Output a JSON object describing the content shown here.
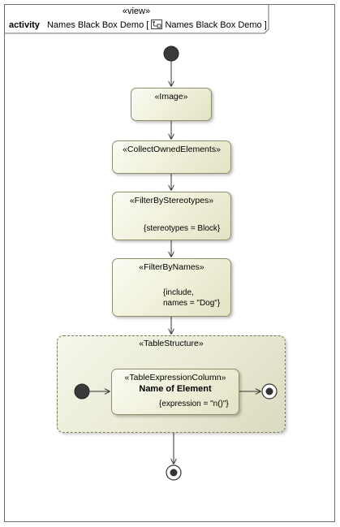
{
  "frame": {
    "stereotype": "«view»",
    "kind": "activity",
    "name": "Names Black Box Demo",
    "bracket_open": "[",
    "reference": "Names Black Box Demo",
    "bracket_close": "]",
    "reference_icon": "diagram-icon"
  },
  "nodes": {
    "image": {
      "title": "«Image»"
    },
    "collect": {
      "title": "«CollectOwnedElements»"
    },
    "filter_stereo": {
      "title": "«FilterByStereotypes»",
      "constraint": "{stereotypes = Block}"
    },
    "filter_names": {
      "title": "«FilterByNames»",
      "constraint_1": "{include,",
      "constraint_2": "names = \"Dog\"}"
    },
    "table_structure": {
      "title": "«TableStructure»"
    },
    "table_column": {
      "title": "«TableExpressionColumn»",
      "name": "Name of Element",
      "constraint": "{expression = \"n()\"}"
    }
  },
  "colors": {
    "node_fill": "#efefd8",
    "node_border": "#8f8f6a",
    "initial_node": "#3a3a3a"
  }
}
